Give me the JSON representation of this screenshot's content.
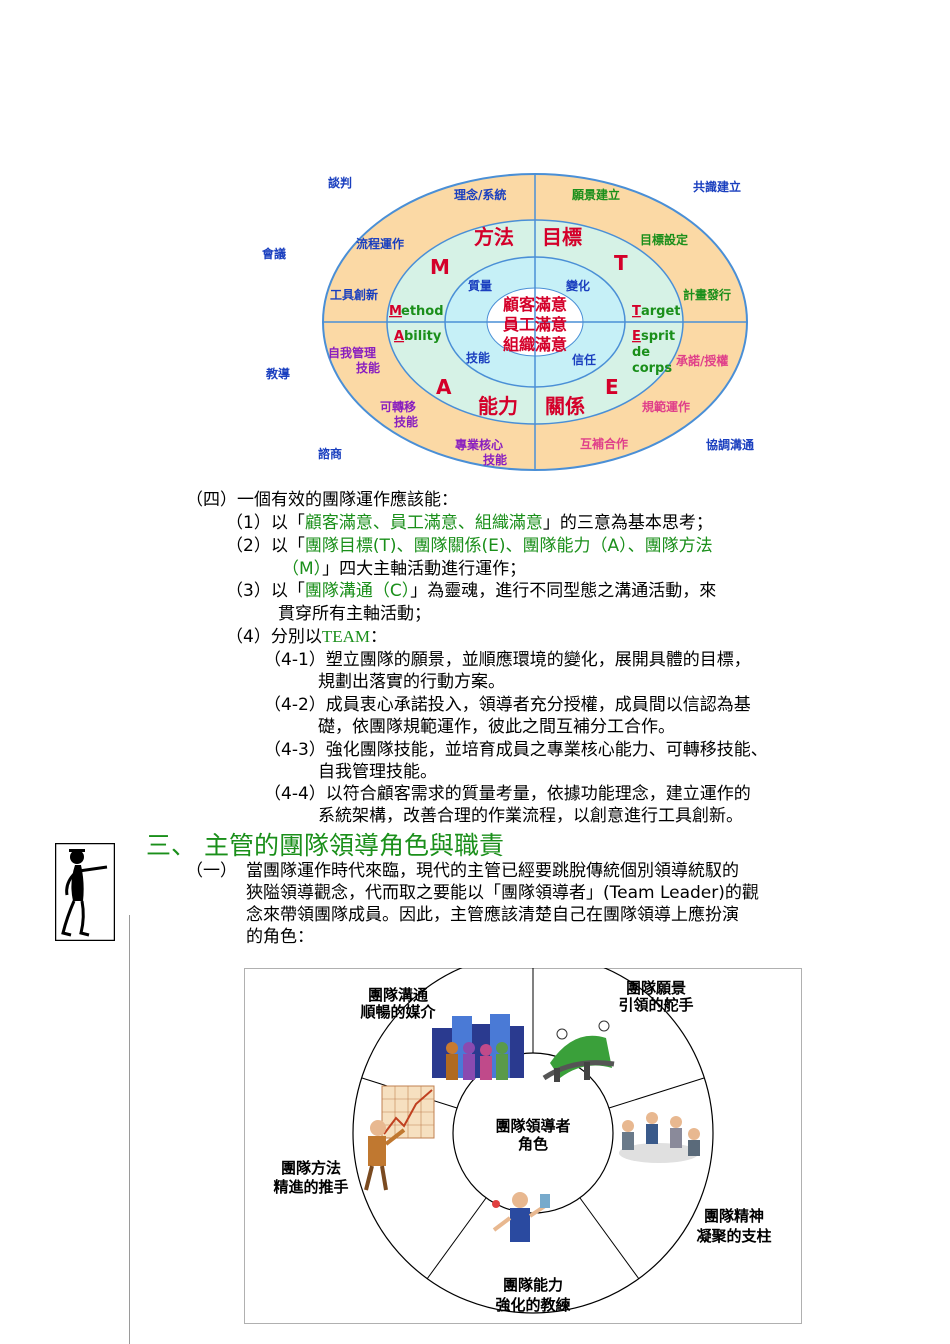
{
  "fig1": {
    "corner_labels": {
      "top_left": "談判",
      "top_right": "共識建立",
      "left_1": "會議",
      "left_2": "教導",
      "bottom_left": "諮商",
      "bottom_right": "協調溝通"
    },
    "outer_ring": {
      "ul": [
        "理念/系統",
        "流程運作",
        "工具創新"
      ],
      "ur": [
        "願景建立",
        "目標設定",
        "計畫發行"
      ],
      "ll": [
        "自我管理",
        "技能",
        "可轉移",
        "技能",
        "專業核心",
        "技能"
      ],
      "lr": [
        "承諾/授權",
        "規範運作",
        "互補合作"
      ]
    },
    "middle_ring": {
      "method": "方法",
      "goal": "目標",
      "ability": "能力",
      "relation": "關係",
      "M": "M",
      "T": "T",
      "A": "A",
      "E": "E",
      "m_word": "ethod",
      "a_word": "bility",
      "t_word": "arget",
      "e_word_1": "sprit",
      "e_word_2": "de",
      "e_word_3": "corps"
    },
    "inner_ring": {
      "quality": "質量",
      "change": "變化",
      "skill": "技能",
      "trust": "信任"
    },
    "center": [
      "顧客滿意",
      "員工滿意",
      "組織滿意"
    ]
  },
  "section4": {
    "heading": "（四）一個有效的團隊運作應該能：",
    "items": [
      {
        "num": "（1）",
        "pre": "以「",
        "hl": "顧客滿意、員工滿意、組織滿意",
        "post": "」的三意為基本思考；"
      },
      {
        "num": "（2）",
        "pre": "以「",
        "hl": "團隊目標(T)、團隊關係(E)、團隊能力（A）、團隊方法",
        "hl2": "（M）",
        "post": "」四大主軸活動進行運作；"
      },
      {
        "num": "（3）",
        "pre": "以「",
        "hl": "團隊溝通（C）",
        "post": "」為靈魂，進行不同型態之溝通活動，來",
        "post2": "貫穿所有主軸活動；"
      },
      {
        "num": "（4）",
        "pre": "分別以",
        "hl": "TEAM",
        "post": "："
      }
    ],
    "sub": [
      {
        "num": "（4-1）",
        "l1": "塑立團隊的願景，並順應環境的變化，展開具體的目標，",
        "l2": "規劃出落實的行動方案。"
      },
      {
        "num": "（4-2）",
        "l1": "成員衷心承諾投入，領導者充分授權，成員間以信認為基",
        "l2": "礎，依團隊規範運作，彼此之間互補分工合作。"
      },
      {
        "num": "（4-3）",
        "l1": "強化團隊技能，並培育成員之專業核心能力、可轉移技能、",
        "l2": "自我管理技能。"
      },
      {
        "num": "（4-4）",
        "l1": "以符合顧客需求的質量考量，依據功能理念，建立運作的",
        "l2": "系統架構，改善合理的作業流程，以創意進行工具創新。"
      }
    ]
  },
  "section3": {
    "title": "三、 主管的團隊領導角色與職責",
    "para_num": "（一）",
    "para": [
      "當團隊運作時代來臨，現代的主管已經要跳脫傳統個別領導統馭的",
      "狹隘領導觀念，代而取之要能以「團隊領導者」(Team Leader)的觀",
      "念來帶領團隊成員。因此，主管應該清楚自己在團隊領導上應扮演",
      "的角色："
    ]
  },
  "fig2": {
    "center": [
      "團隊領導者",
      "角色"
    ],
    "roles": [
      [
        "團隊溝通",
        "順暢的媒介"
      ],
      [
        "團隊願景",
        "引領的舵手"
      ],
      [
        "團隊精神",
        "凝聚的支柱"
      ],
      [
        "團隊能力",
        "強化的教練"
      ],
      [
        "團隊方法",
        "精進的推手"
      ]
    ]
  },
  "colors": {
    "accent_green": "#1a8f1a",
    "diagram_blue": "#1a3fbf",
    "center_red": "#d4002a",
    "ring_peach": "#fbd9a5",
    "ring_mint": "#d6f2e6",
    "ring_cyan": "#c6f0f7"
  }
}
